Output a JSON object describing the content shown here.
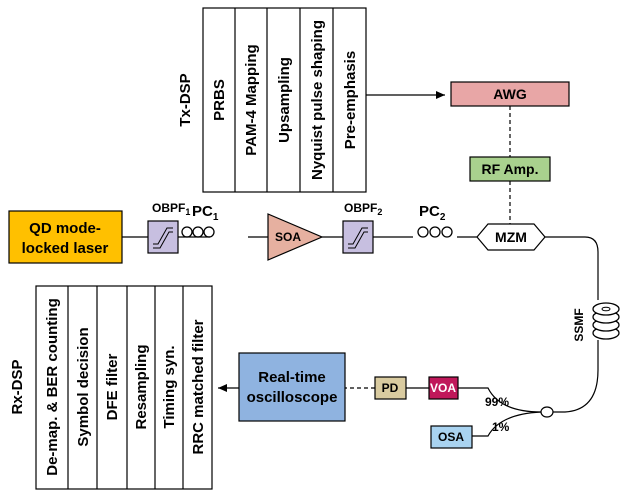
{
  "tx_dsp": {
    "title": "Tx-DSP",
    "steps": [
      "PRBS",
      "PAM-4 Mapping",
      "Upsampling",
      "Nyquist pulse shaping",
      "Pre-emphasis"
    ]
  },
  "rx_dsp": {
    "title": "Rx-DSP",
    "steps": [
      "De-map. & BER counting",
      "Symbol decision",
      "DFE filter",
      "Resampling",
      "Timing syn.",
      "RRC matched filter"
    ]
  },
  "blocks": {
    "awg": "AWG",
    "rf_amp": "RF Amp.",
    "laser_line1": "QD mode-",
    "laser_line2": "locked laser",
    "soa": "SOA",
    "mzm": "MZM",
    "scope_line1": "Real-time",
    "scope_line2": "oscilloscope",
    "pd": "PD",
    "voa": "VOA",
    "osa": "OSA"
  },
  "labels": {
    "obpf1": "OBPF",
    "obpf1_sub": "1",
    "obpf2": "OBPF",
    "obpf2_sub": "2",
    "pc1": "PC",
    "pc1_sub": "1",
    "pc2": "PC",
    "pc2_sub": "2",
    "ssmf": "SSMF",
    "split_99": "99%",
    "split_1": "1%"
  },
  "colors": {
    "awg_fill": "#e8a6a6",
    "rf_amp_fill": "#a9d18e",
    "laser_fill": "#ffc000",
    "soa_fill": "#e6b0a0",
    "scope_fill": "#8fb3e0",
    "pd_fill": "#d9cba0",
    "voa_fill": "#c0185a",
    "osa_fill": "#a9d3f0",
    "filter_fill": "#c7bfe0"
  }
}
